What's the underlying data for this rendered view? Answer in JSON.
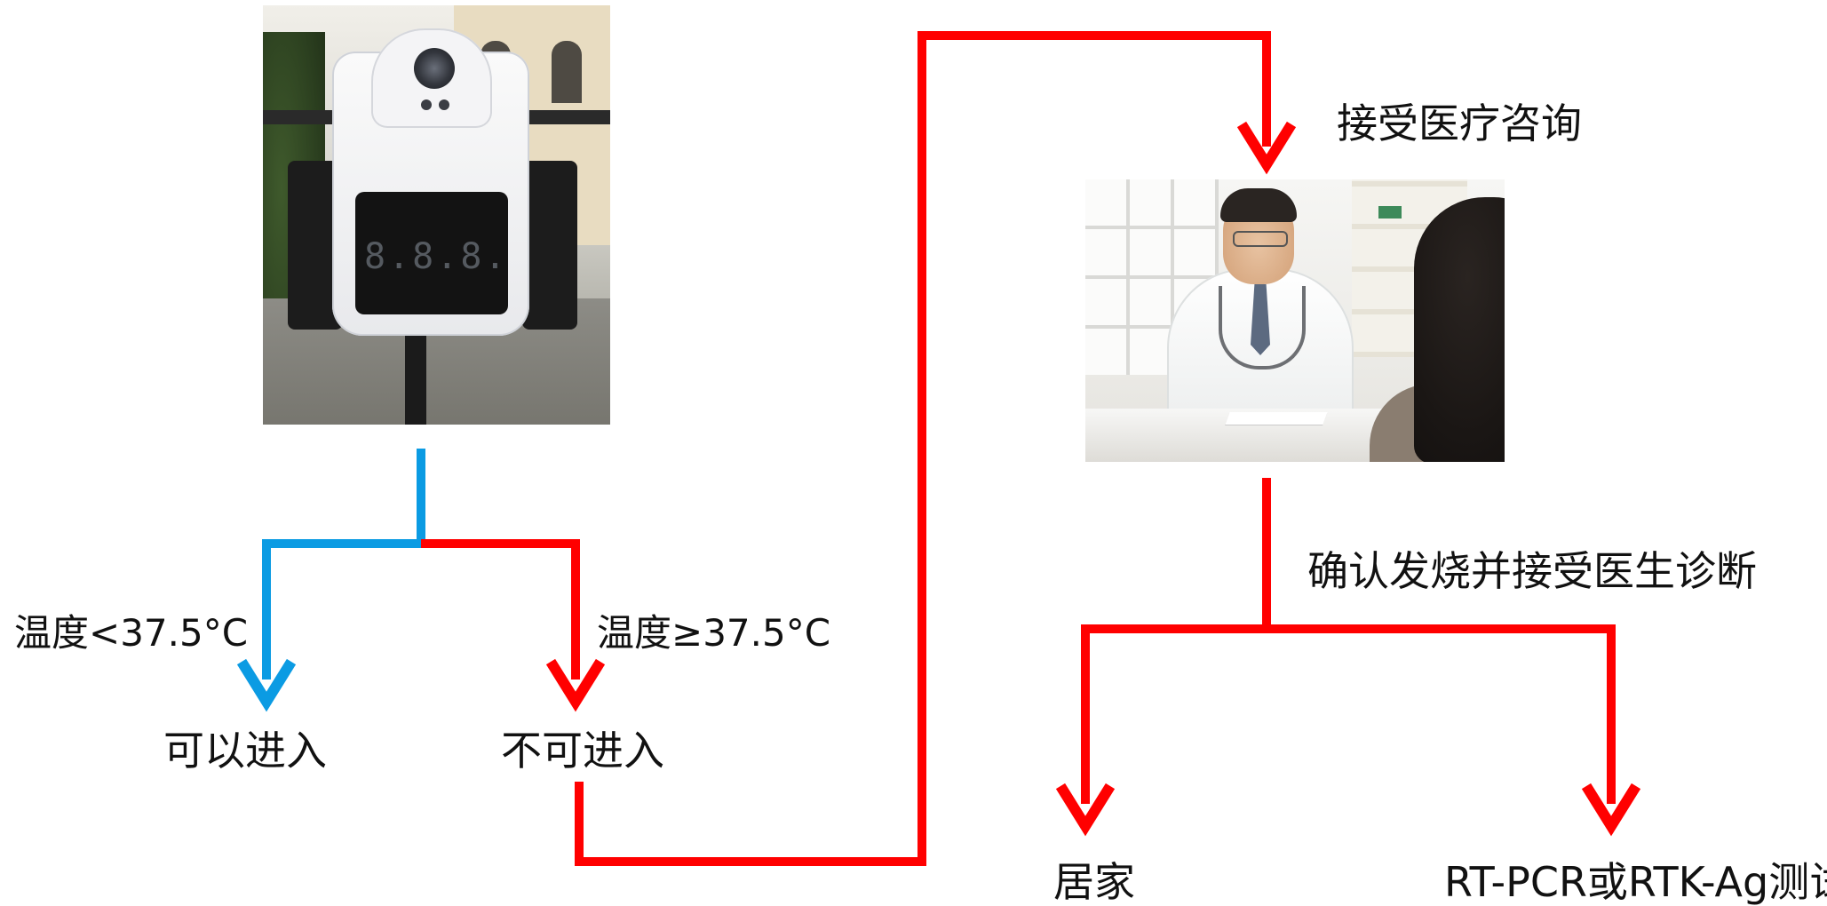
{
  "colors": {
    "pass_path": "#0b9be3",
    "fail_path": "#ff0000",
    "text": "#111111",
    "background": "#ffffff"
  },
  "images": {
    "thermometer": {
      "description_icon": "thermometer-photo",
      "display_digits": "8.8.8."
    },
    "doctor": {
      "description_icon": "doctor-consultation-photo"
    }
  },
  "labels": {
    "temp_low": "温度<37.5°C",
    "temp_high": "温度≥37.5°C",
    "can_enter": "可以进入",
    "cannot_enter": "不可进入",
    "medical_consult": "接受医疗咨询",
    "confirm_fever": "确认发烧并接受医生诊断",
    "home": "居家",
    "test": "RT-PCR或RTK-Ag测试"
  }
}
